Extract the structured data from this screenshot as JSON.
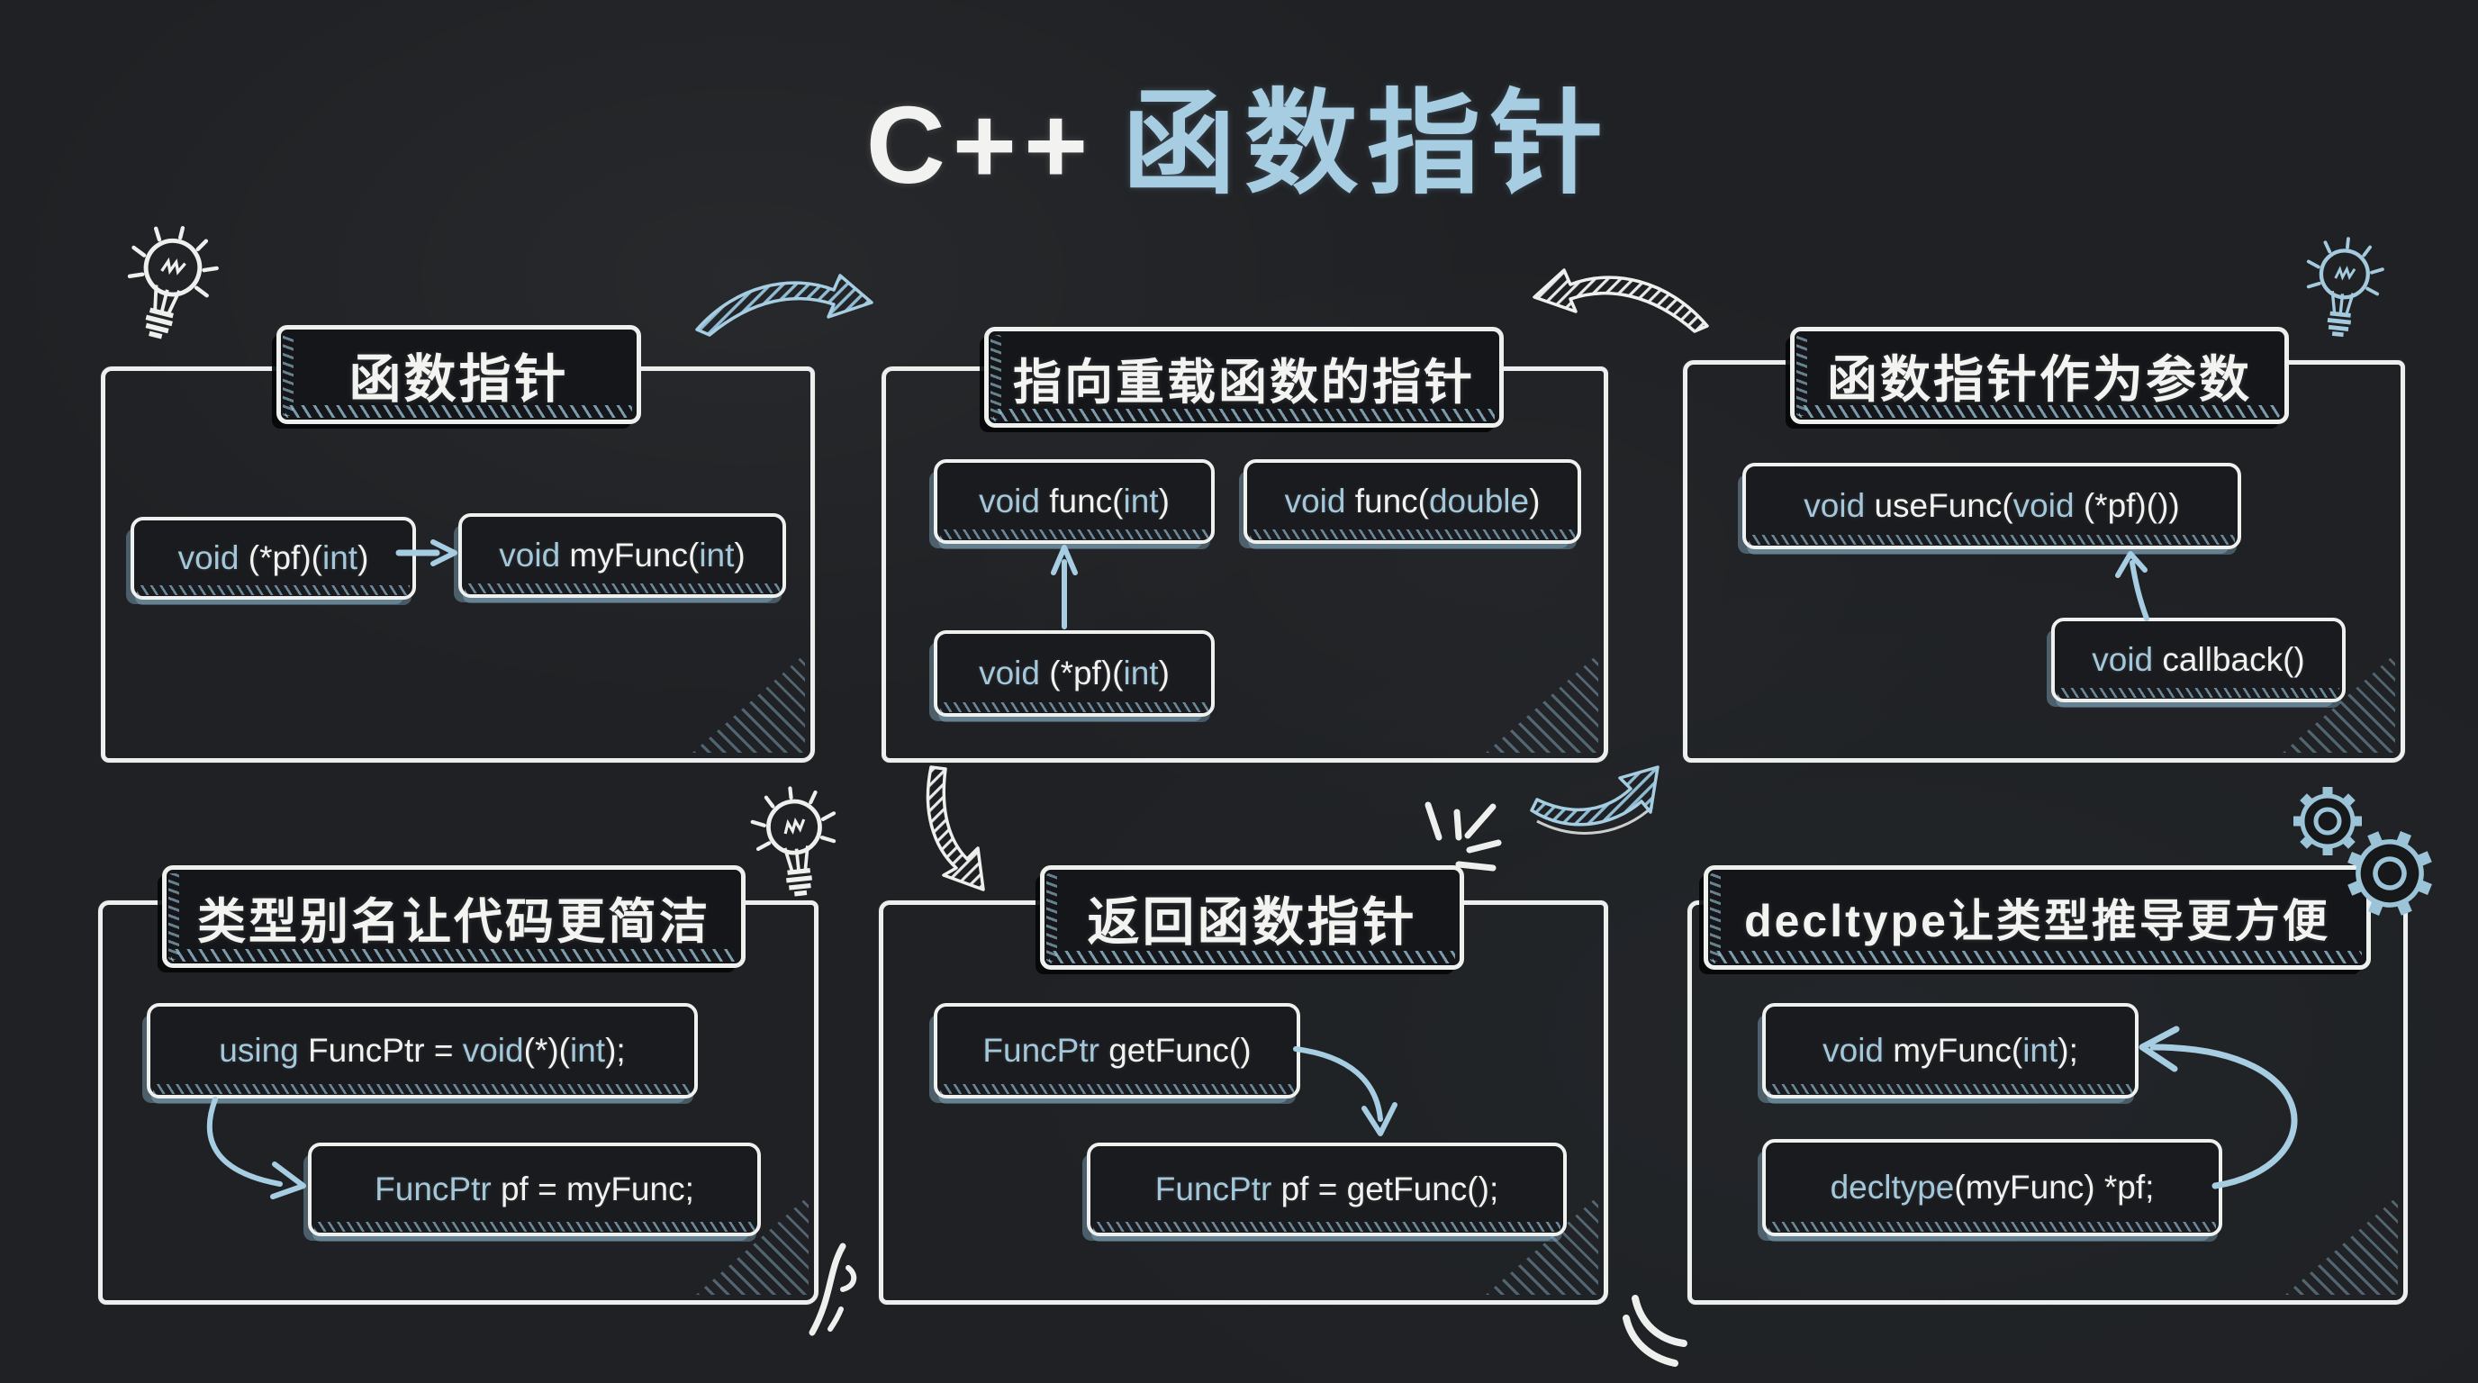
{
  "title": {
    "latin": "C++",
    "zh": "函数指针"
  },
  "colors": {
    "background": "#1f2124",
    "chalk_white": "#eef0ee",
    "chalk_blue": "#a6cde2",
    "keyword_blue": "#a3c8dc",
    "box_fill": "#1a1b1e"
  },
  "panels": [
    {
      "title": "函数指针",
      "boxes": [
        {
          "segments": [
            {
              "text": "void ",
              "kw": true
            },
            {
              "text": "(*pf)(",
              "kw": false
            },
            {
              "text": "int",
              "kw": true
            },
            {
              "text": ")",
              "kw": false
            }
          ]
        },
        {
          "segments": [
            {
              "text": "void ",
              "kw": true
            },
            {
              "text": "myFunc(",
              "kw": false
            },
            {
              "text": "int",
              "kw": true
            },
            {
              "text": ")",
              "kw": false
            }
          ]
        }
      ]
    },
    {
      "title": "指向重载函数的指针",
      "boxes": [
        {
          "segments": [
            {
              "text": "void ",
              "kw": true
            },
            {
              "text": "func(",
              "kw": false
            },
            {
              "text": "int",
              "kw": true
            },
            {
              "text": ")",
              "kw": false
            }
          ]
        },
        {
          "segments": [
            {
              "text": "void ",
              "kw": true
            },
            {
              "text": "func(",
              "kw": false
            },
            {
              "text": "double",
              "kw": true
            },
            {
              "text": ")",
              "kw": false
            }
          ]
        },
        {
          "segments": [
            {
              "text": "void ",
              "kw": true
            },
            {
              "text": "(*pf)(",
              "kw": false
            },
            {
              "text": "int",
              "kw": true
            },
            {
              "text": ")",
              "kw": false
            }
          ]
        }
      ]
    },
    {
      "title": "函数指针作为参数",
      "boxes": [
        {
          "segments": [
            {
              "text": "void ",
              "kw": true
            },
            {
              "text": "useFunc(",
              "kw": false
            },
            {
              "text": "void",
              "kw": true
            },
            {
              "text": " (*pf)())",
              "kw": false
            }
          ]
        },
        {
          "segments": [
            {
              "text": "void ",
              "kw": true
            },
            {
              "text": "callback()",
              "kw": false
            }
          ]
        }
      ]
    },
    {
      "title": "类型别名让代码更简洁",
      "boxes": [
        {
          "segments": [
            {
              "text": "using ",
              "kw": true
            },
            {
              "text": "FuncPtr = ",
              "kw": false
            },
            {
              "text": "void",
              "kw": true
            },
            {
              "text": "(*)(",
              "kw": false
            },
            {
              "text": "int",
              "kw": true
            },
            {
              "text": ");",
              "kw": false
            }
          ]
        },
        {
          "segments": [
            {
              "text": "FuncPtr ",
              "kw": true
            },
            {
              "text": "pf = myFunc;",
              "kw": false
            }
          ]
        }
      ]
    },
    {
      "title": "返回函数指针",
      "boxes": [
        {
          "segments": [
            {
              "text": "FuncPtr ",
              "kw": true
            },
            {
              "text": "getFunc()",
              "kw": false
            }
          ]
        },
        {
          "segments": [
            {
              "text": "FuncPtr ",
              "kw": true
            },
            {
              "text": "pf = getFunc();",
              "kw": false
            }
          ]
        }
      ]
    },
    {
      "title": "decltype让类型推导更方便",
      "boxes": [
        {
          "segments": [
            {
              "text": "void ",
              "kw": true
            },
            {
              "text": "myFunc(",
              "kw": false
            },
            {
              "text": "int",
              "kw": true
            },
            {
              "text": ");",
              "kw": false
            }
          ]
        },
        {
          "segments": [
            {
              "text": "decltype",
              "kw": true
            },
            {
              "text": "(myFunc) *pf;",
              "kw": false
            }
          ]
        }
      ]
    }
  ],
  "icons": [
    "lightbulb-white-top-left",
    "lightbulb-blue-top-right",
    "lightbulb-white-middle-left",
    "curved-arrow-blue-right",
    "curved-arrow-white-left",
    "curved-arrow-white-down",
    "curved-arrow-blue-up",
    "gears-blue",
    "sparkle-rays-white",
    "squiggle-white",
    "double-curve-white"
  ]
}
